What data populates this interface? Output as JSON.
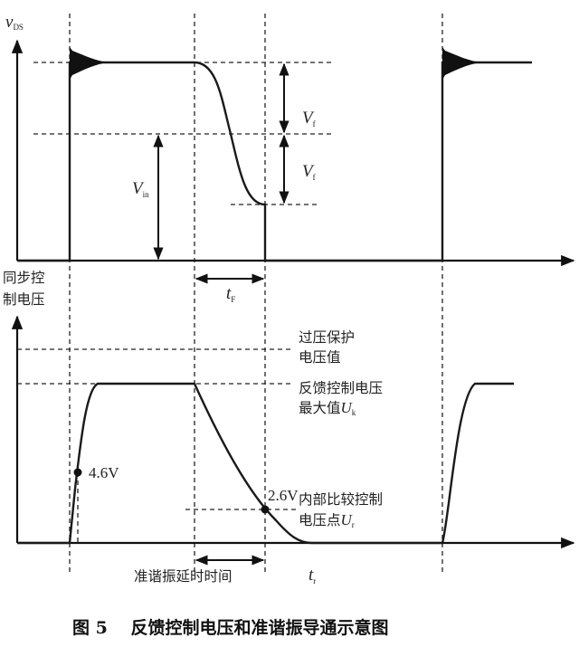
{
  "top_plot": {
    "y_label": "v",
    "y_label_sub": "DS",
    "vf_label": "V",
    "vf_label_sub": "f",
    "vin_label": "V",
    "vin_label_sub": "in",
    "tf_label": "t",
    "tf_label_sub": "F"
  },
  "bottom_plot": {
    "y_label_line1": "同步控",
    "y_label_line2": "制电压",
    "ovp_line1": "过压保护",
    "ovp_line2": "电压值",
    "max_line1": "反馈控制电压",
    "max_line2": "最大值",
    "max_sym": "U",
    "max_sym_sub": "k",
    "point1": "4.6V",
    "point2": "2.6V",
    "cmp_line1": "内部比较控制",
    "cmp_line2": "电压点",
    "cmp_sym": "U",
    "cmp_sym_sub": "r",
    "delay_label": "准谐振延时时间",
    "tr_label": "t",
    "tr_label_sub": "r"
  },
  "caption": "图 5　 反馈控制电压和准谐振导通示意图"
}
